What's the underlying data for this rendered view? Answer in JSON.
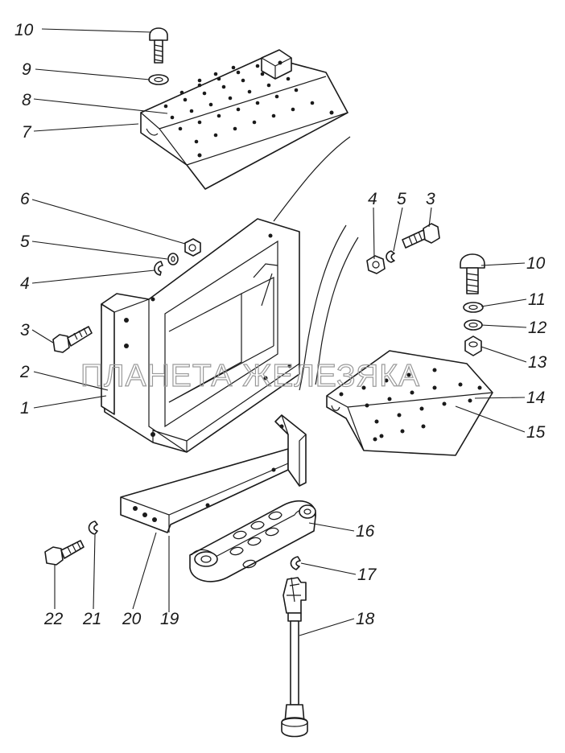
{
  "watermark": "ПЛАНЕТА ЖЕЛЕЗЯКА",
  "callouts": {
    "c1": "1",
    "c2": "2",
    "c3a": "3",
    "c3b": "3",
    "c4a": "4",
    "c4b": "4",
    "c5a": "5",
    "c5b": "5",
    "c6": "6",
    "c7": "7",
    "c8": "8",
    "c9": "9",
    "c10a": "10",
    "c10b": "10",
    "c11": "11",
    "c12": "12",
    "c13": "13",
    "c14": "14",
    "c15": "15",
    "c16": "16",
    "c17": "17",
    "c18": "18",
    "c19": "19",
    "c20": "20",
    "c21": "21",
    "c22": "22"
  }
}
